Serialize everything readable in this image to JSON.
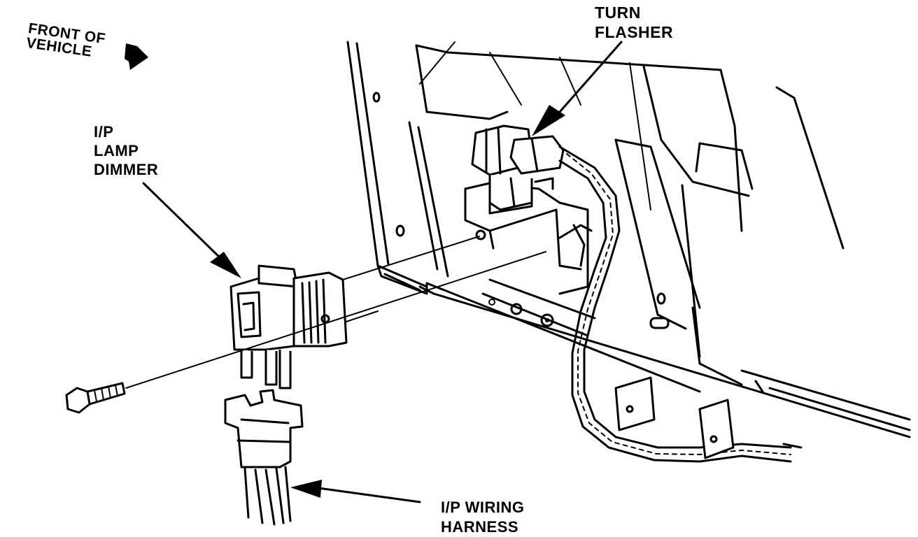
{
  "labels": {
    "front_of_vehicle": [
      "FRONT OF",
      "VEHICLE"
    ],
    "turn_flasher": [
      "TURN",
      "FLASHER"
    ],
    "ip_lamp_dimmer": [
      "I/P",
      "LAMP",
      "DIMMER"
    ],
    "ip_wiring_harness": [
      "I/P WIRING",
      "HARNESS"
    ]
  }
}
